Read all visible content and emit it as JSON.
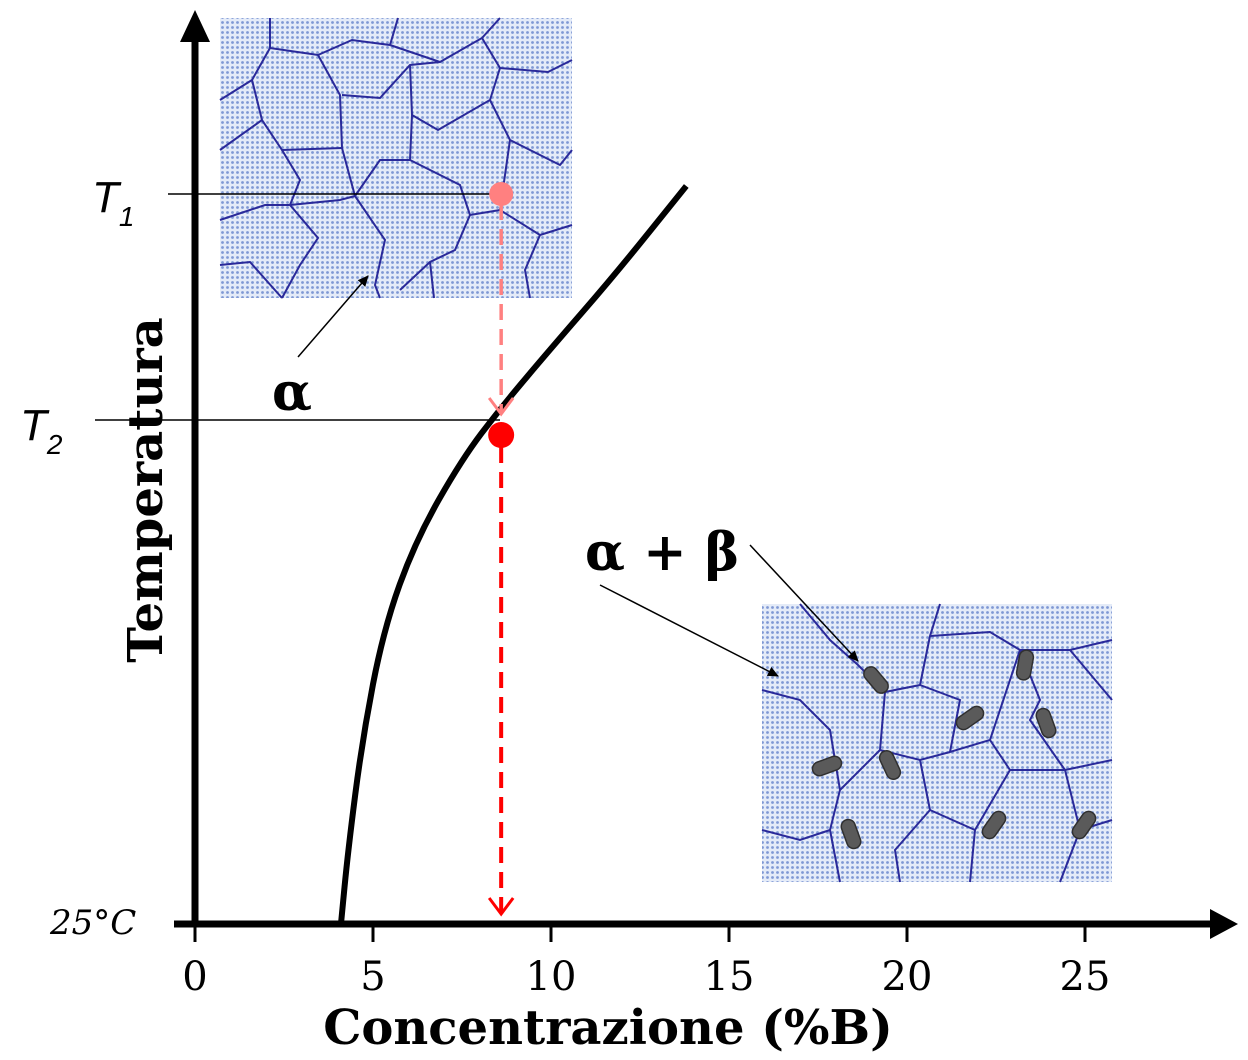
{
  "axes": {
    "x_label": "Concentrazione (%B)",
    "y_label": "Temperatura",
    "x_ticks": [
      "0",
      "5",
      "10",
      "15",
      "20",
      "25"
    ],
    "x_tick_values": [
      0,
      5,
      10,
      15,
      20,
      25
    ],
    "y_bottom_label": "25°C"
  },
  "temperatures": {
    "t1": {
      "main": "T",
      "sub": "1"
    },
    "t2": {
      "main": "T",
      "sub": "2"
    }
  },
  "phases": {
    "alpha": "α",
    "alpha_beta": "α + β"
  },
  "solvus_curve_points": [
    [
      4.1,
      0.0
    ],
    [
      4.3,
      0.1
    ],
    [
      4.7,
      0.25
    ],
    [
      5.3,
      0.4
    ],
    [
      6.2,
      0.52
    ],
    [
      7.5,
      0.63
    ],
    [
      8.6,
      0.7
    ],
    [
      10.0,
      0.78
    ],
    [
      11.8,
      0.88
    ],
    [
      13.8,
      1.0
    ]
  ],
  "composition_line": {
    "x": 8.6
  },
  "colors": {
    "axis": "#000000",
    "curve": "#000000",
    "marker_t2": "#ff0000",
    "marker_t1": "#ff8080",
    "dashed_line_upper": "#ff8080",
    "dashed_line_lower": "#ff0000",
    "grain_fill": "#b8c8ea",
    "grain_boundary": "#2a2a9a",
    "precipitate": "#5a5a5a"
  }
}
